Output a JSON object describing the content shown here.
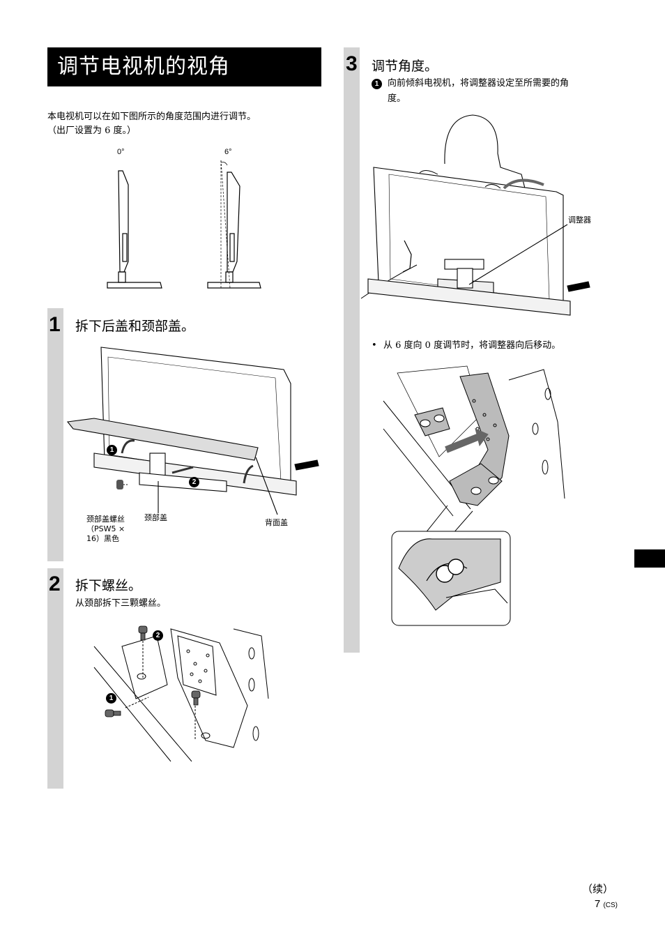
{
  "title": "调节电视机的视角",
  "intro": {
    "line1": "本电视机可以在如下图所示的角度范围内进行调节。",
    "line2": "（出厂设置为 6 度。）"
  },
  "angle_figure": {
    "left_label": "0°",
    "right_label": "6°"
  },
  "step1": {
    "number": "1",
    "title": "拆下后盖和颈部盖。",
    "markers": [
      "1",
      "2"
    ],
    "labels": {
      "neck_screw_line1": "颈部盖螺丝",
      "neck_screw_line2": "（PSW5 ×",
      "neck_screw_line3": "16）黑色",
      "neck_cover": "颈部盖",
      "rear_cover": "背面盖"
    }
  },
  "step2": {
    "number": "2",
    "title": "拆下螺丝。",
    "text": "从颈部拆下三颗螺丝。",
    "markers": [
      "1",
      "2"
    ]
  },
  "step3": {
    "number": "3",
    "title": "调节角度。",
    "item_marker": "1",
    "item_line1": "向前倾斜电视机，将调整器设定至所需要的角",
    "item_line2": "度。",
    "adjuster_label": "调整器",
    "bullet": "•",
    "bullet_text": "从 6 度向 0 度调节时，将调整器向后移动。"
  },
  "footer": {
    "continued": "（续）",
    "page_number": "7",
    "page_suffix": "(CS)"
  }
}
